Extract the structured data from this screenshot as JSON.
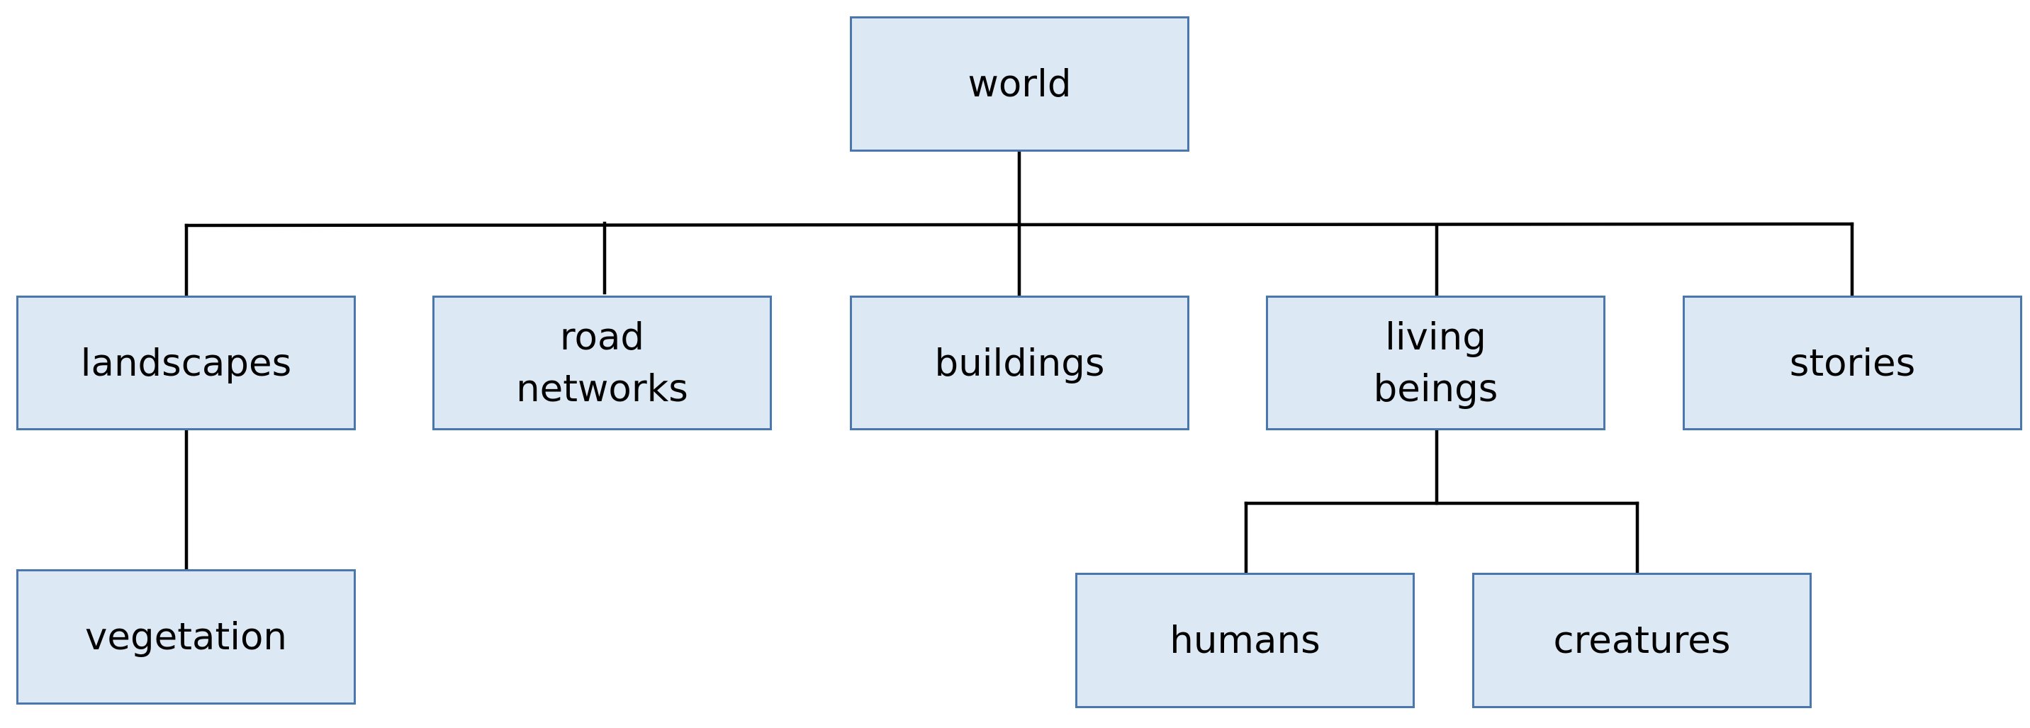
{
  "diagram": {
    "type": "tree",
    "colors": {
      "node_fill": "#dde8f5",
      "node_border": "#4a78ae",
      "connector": "#000000",
      "text": "#000000"
    },
    "root": {
      "label": "world",
      "children": [
        {
          "label": "landscapes",
          "children": [
            {
              "label": "vegetation"
            }
          ]
        },
        {
          "label": "road\nnetworks"
        },
        {
          "label": "buildings"
        },
        {
          "label": "living\nbeings",
          "children": [
            {
              "label": "humans"
            },
            {
              "label": "creatures"
            }
          ]
        },
        {
          "label": "stories"
        }
      ]
    }
  }
}
